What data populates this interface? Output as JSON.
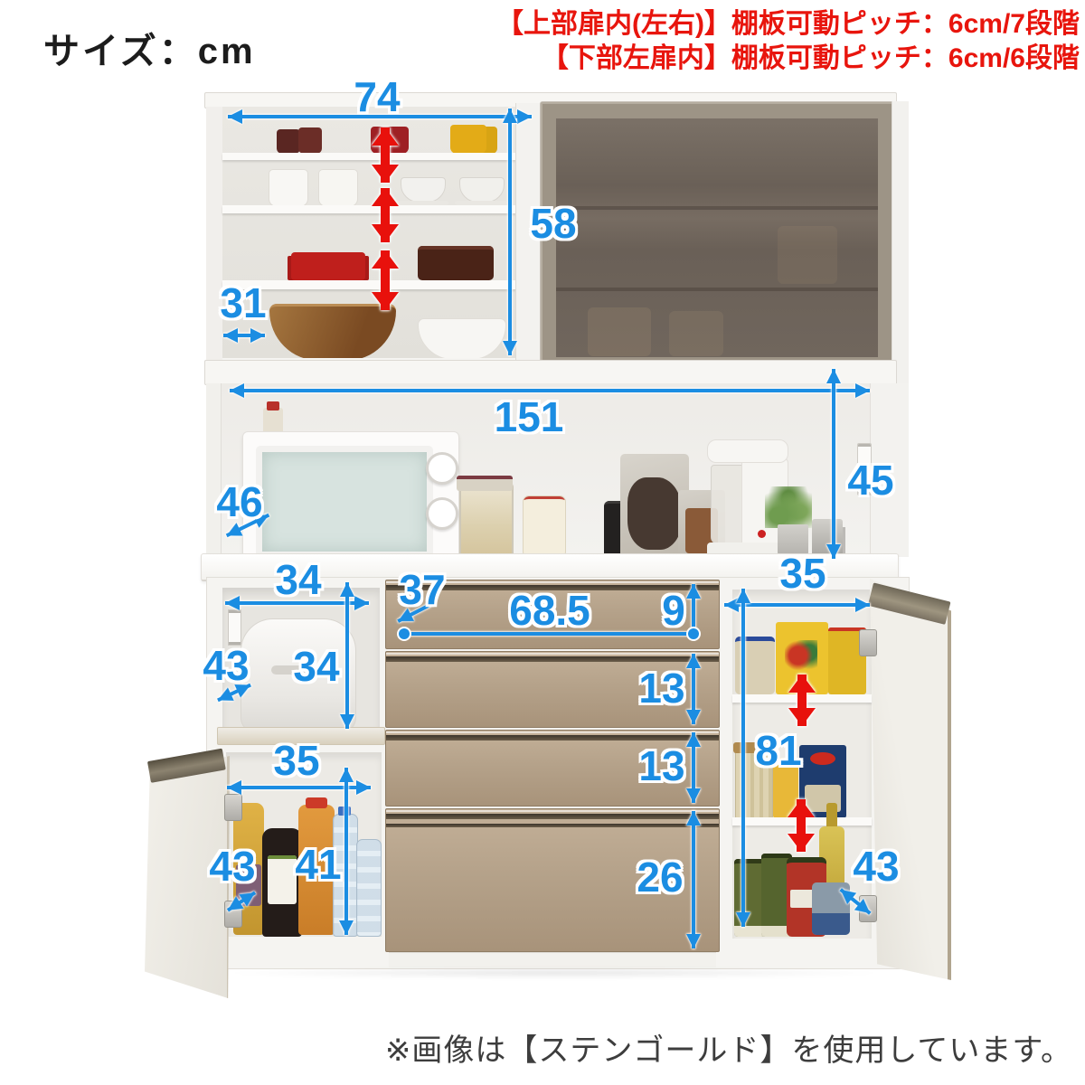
{
  "header": {
    "size_label": "サイズ：cm"
  },
  "notes": {
    "line1": "【上部扉内(左右)】棚板可動ピッチ：6cm/7段階",
    "line2": "【下部左扉内】棚板可動ピッチ：6cm/6段階"
  },
  "footer": {
    "note": "※画像は【ステンゴールド】を使用しています。"
  },
  "colors": {
    "dimension_blue": "#1b8de2",
    "pitch_arrow_red": "#e8110c",
    "note_red": "#e8150d",
    "body_white": "#f5f4f1",
    "drawer_sten_gold": "#b5a28a",
    "glass_smoke": "#6e645b"
  },
  "dims": {
    "upper_inner_width": "74",
    "upper_inner_height": "58",
    "upper_shelf_depth": "31",
    "counter_width": "151",
    "counter_clearance_height": "45",
    "counter_depth": "46",
    "slot_width": "34",
    "slot_height": "34",
    "slot_depth": "43",
    "drawer_depth": "37",
    "drawer_inner_width": "68.5",
    "drawer1_inner_height": "9",
    "drawer2_inner_height": "13",
    "drawer3_inner_height": "13",
    "drawer4_inner_height": "26",
    "left_door_width": "35",
    "left_door_height": "41",
    "left_door_depth": "43",
    "right_door_width": "35",
    "right_door_height": "81",
    "right_door_depth": "43"
  }
}
